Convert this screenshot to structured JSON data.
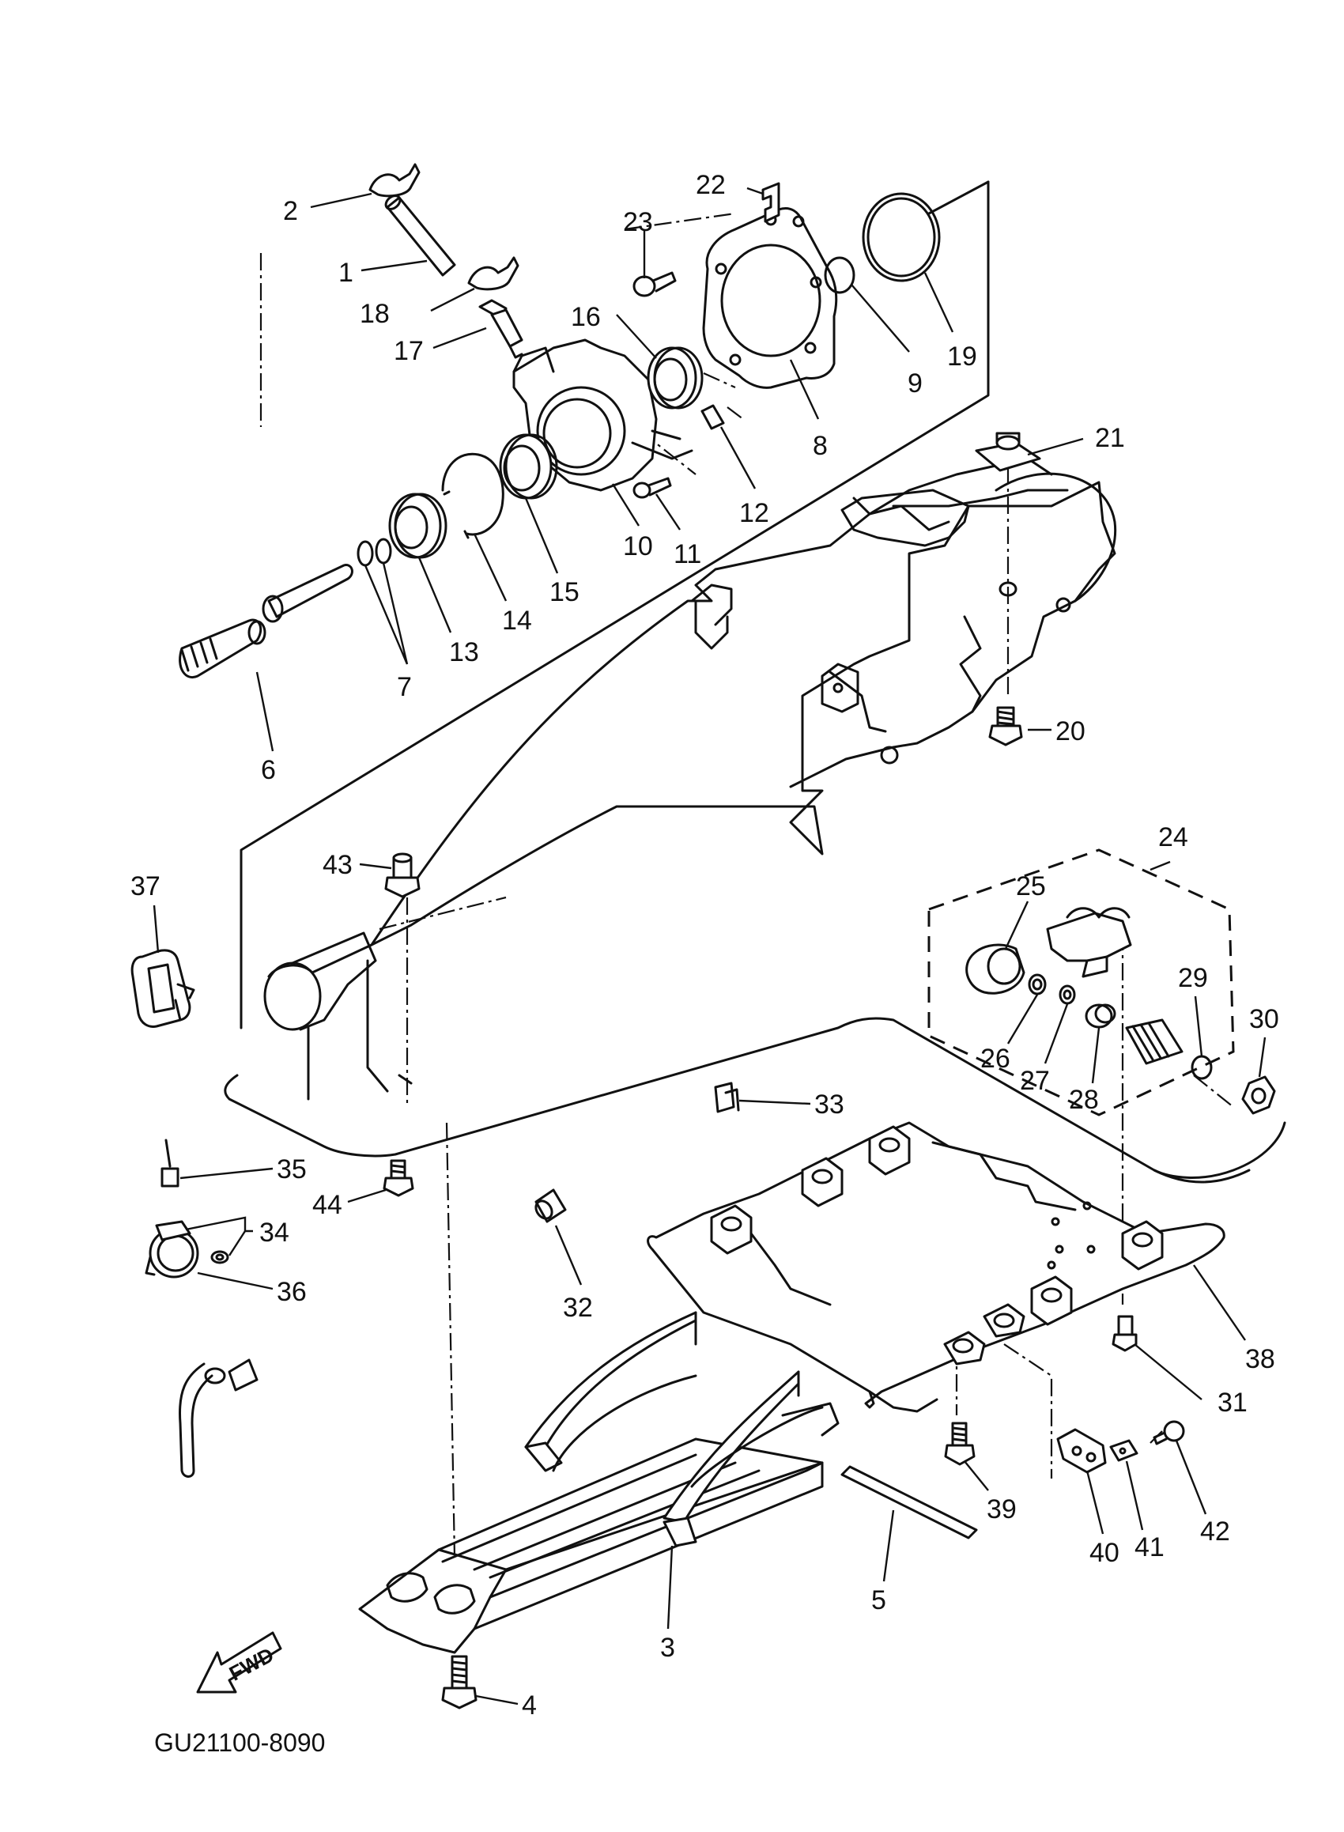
{
  "diagram": {
    "code": "GU21100-8090",
    "fwd_label": "FWD",
    "callouts": [
      {
        "id": "1",
        "label": "1"
      },
      {
        "id": "2",
        "label": "2"
      },
      {
        "id": "3",
        "label": "3"
      },
      {
        "id": "4",
        "label": "4"
      },
      {
        "id": "5",
        "label": "5"
      },
      {
        "id": "6",
        "label": "6"
      },
      {
        "id": "7",
        "label": "7"
      },
      {
        "id": "8",
        "label": "8"
      },
      {
        "id": "9",
        "label": "9"
      },
      {
        "id": "10",
        "label": "10"
      },
      {
        "id": "11",
        "label": "11"
      },
      {
        "id": "12",
        "label": "12"
      },
      {
        "id": "13",
        "label": "13"
      },
      {
        "id": "14",
        "label": "14"
      },
      {
        "id": "15",
        "label": "15"
      },
      {
        "id": "16",
        "label": "16"
      },
      {
        "id": "17",
        "label": "17"
      },
      {
        "id": "18",
        "label": "18"
      },
      {
        "id": "19",
        "label": "19"
      },
      {
        "id": "20",
        "label": "20"
      },
      {
        "id": "21",
        "label": "21"
      },
      {
        "id": "22",
        "label": "22"
      },
      {
        "id": "23",
        "label": "23"
      },
      {
        "id": "24",
        "label": "24"
      },
      {
        "id": "25",
        "label": "25"
      },
      {
        "id": "26",
        "label": "26"
      },
      {
        "id": "27",
        "label": "27"
      },
      {
        "id": "28",
        "label": "28"
      },
      {
        "id": "29",
        "label": "29"
      },
      {
        "id": "30",
        "label": "30"
      },
      {
        "id": "31",
        "label": "31"
      },
      {
        "id": "32",
        "label": "32"
      },
      {
        "id": "33",
        "label": "33"
      },
      {
        "id": "34",
        "label": "34"
      },
      {
        "id": "35",
        "label": "35"
      },
      {
        "id": "36",
        "label": "36"
      },
      {
        "id": "37",
        "label": "37"
      },
      {
        "id": "38",
        "label": "38"
      },
      {
        "id": "39",
        "label": "39"
      },
      {
        "id": "40",
        "label": "40"
      },
      {
        "id": "41",
        "label": "41"
      },
      {
        "id": "42",
        "label": "42"
      },
      {
        "id": "43",
        "label": "43"
      },
      {
        "id": "44",
        "label": "44"
      }
    ]
  }
}
